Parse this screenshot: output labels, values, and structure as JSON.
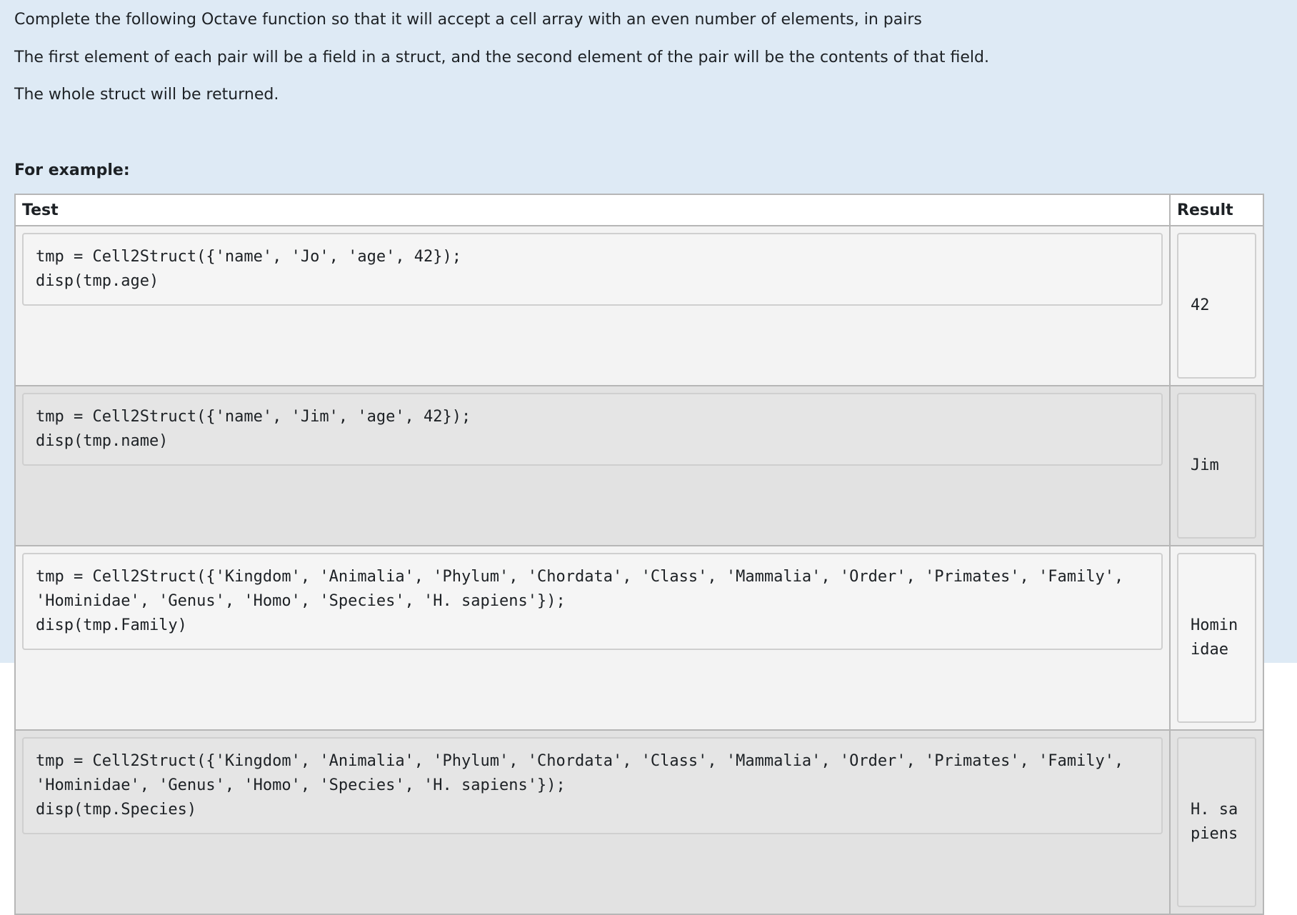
{
  "question": {
    "paragraphs": [
      "Complete the following Octave function so that it will accept a cell array with an even number of elements, in pairs",
      "The first element of each pair will be a field in a struct, and the second element of the pair will be the contents of that field.",
      "The whole struct will be returned."
    ],
    "for_example_label": "For example:"
  },
  "table": {
    "headers": {
      "test": "Test",
      "result": "Result"
    },
    "rows": [
      {
        "test_lines": [
          "tmp = Cell2Struct({'name', 'Jo', 'age', 42});",
          "disp(tmp.age)"
        ],
        "result": "42"
      },
      {
        "test_lines": [
          "tmp = Cell2Struct({'name', 'Jim', 'age', 42});",
          "disp(tmp.name)"
        ],
        "result": "Jim"
      },
      {
        "test_lines": [
          "tmp = Cell2Struct({'Kingdom', 'Animalia', 'Phylum', 'Chordata', 'Class', 'Mammalia', 'Order', 'Primates', 'Family', 'Hominidae', 'Genus', 'Homo', 'Species', 'H. sapiens'});",
          "disp(tmp.Family)"
        ],
        "result": "Hominidae"
      },
      {
        "test_lines": [
          "tmp = Cell2Struct({'Kingdom', 'Animalia', 'Phylum', 'Chordata', 'Class', 'Mammalia', 'Order', 'Primates', 'Family', 'Hominidae', 'Genus', 'Homo', 'Species', 'H. sapiens'});",
          "disp(tmp.Species)"
        ],
        "result": "H. sapiens"
      }
    ]
  },
  "colors": {
    "panel_background": "#deeaf5",
    "row_odd": "#f3f3f3",
    "row_even": "#e2e2e2",
    "border": "#b6b6b6"
  }
}
